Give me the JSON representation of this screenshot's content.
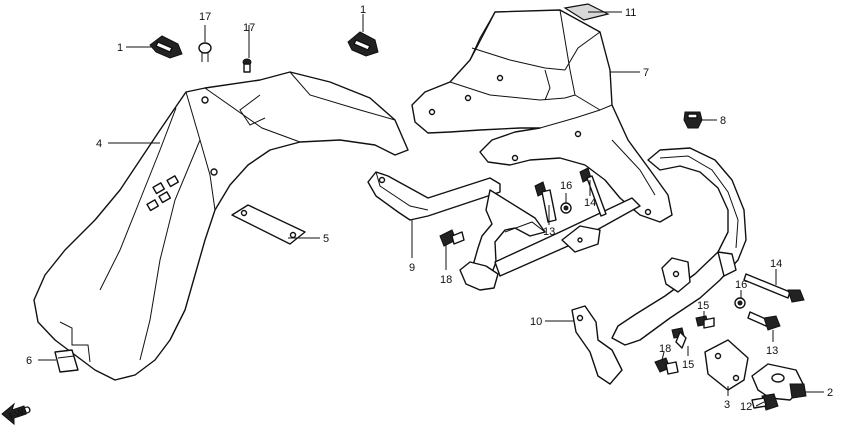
{
  "callouts": {
    "c1a": "1",
    "c1b": "1",
    "c2": "2",
    "c3": "3",
    "c4": "4",
    "c5": "5",
    "c6": "6",
    "c7": "7",
    "c8": "8",
    "c9": "9",
    "c10": "10",
    "c11": "11",
    "c12": "12",
    "c13a": "13",
    "c13b": "13",
    "c14a": "14",
    "c14b": "14",
    "c15a": "15",
    "c15b": "15",
    "c16a": "16",
    "c16b": "16",
    "c17a": "17",
    "c17b": "17",
    "c18a": "18",
    "c18b": "18"
  },
  "direction_label": "FWD"
}
